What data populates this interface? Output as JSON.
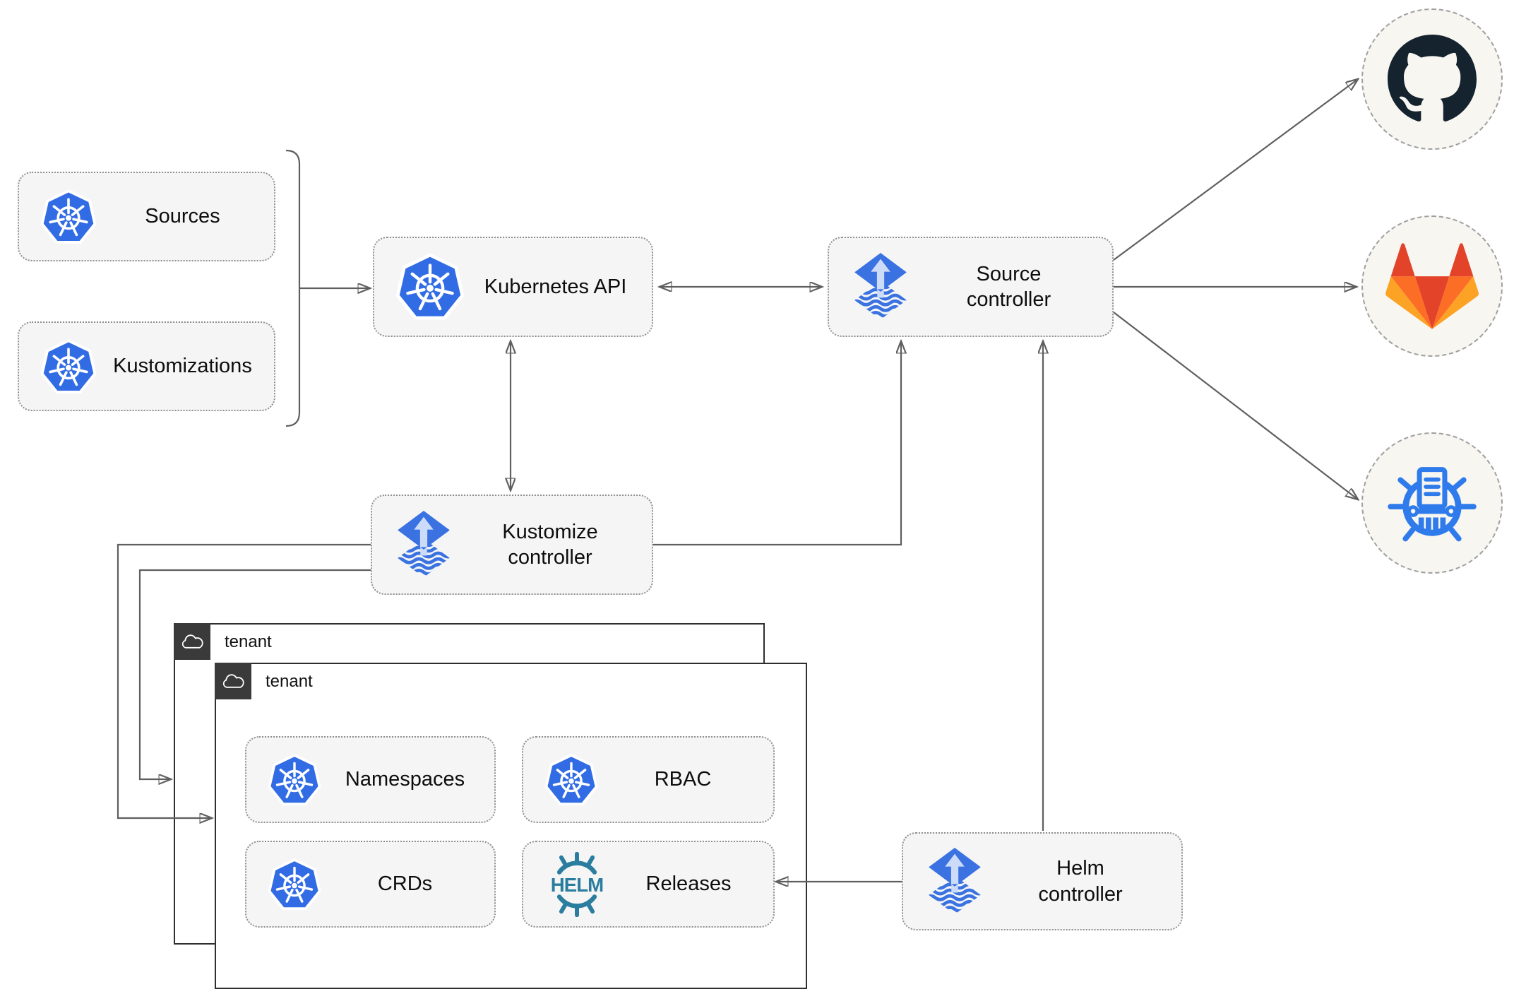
{
  "diagram": {
    "type": "flux-gitops-architecture-diagram",
    "nodes": {
      "sources": {
        "label": "Sources",
        "icon": "kubernetes-icon"
      },
      "kustomizations": {
        "label": "Kustomizations",
        "icon": "kubernetes-icon"
      },
      "kubernetes_api": {
        "label": "Kubernetes API",
        "icon": "kubernetes-icon"
      },
      "source_controller": {
        "label": "Source\ncontroller",
        "icon": "flux-icon"
      },
      "kustomize_controller": {
        "label": "Kustomize\ncontroller",
        "icon": "flux-icon"
      },
      "helm_controller": {
        "label": "Helm\ncontroller",
        "icon": "flux-icon"
      },
      "namespaces": {
        "label": "Namespaces",
        "icon": "kubernetes-icon"
      },
      "rbac": {
        "label": "RBAC",
        "icon": "kubernetes-icon"
      },
      "crds": {
        "label": "CRDs",
        "icon": "kubernetes-icon"
      },
      "releases": {
        "label": "Releases",
        "icon": "helm-icon",
        "logo_text": "HELM"
      }
    },
    "tenants": {
      "back": {
        "label": "tenant",
        "icon": "cloud-icon"
      },
      "front": {
        "label": "tenant",
        "icon": "cloud-icon"
      }
    },
    "external": [
      {
        "name": "github",
        "icon": "github-icon"
      },
      {
        "name": "gitlab",
        "icon": "gitlab-icon"
      },
      {
        "name": "chartmuseum",
        "icon": "chartmuseum-icon"
      }
    ],
    "edges": [
      {
        "from": "sources+kustomizations",
        "to": "kubernetes_api",
        "style": "arrow"
      },
      {
        "from": "kubernetes_api",
        "to": "source_controller",
        "style": "double-arrow"
      },
      {
        "from": "kubernetes_api",
        "to": "kustomize_controller",
        "style": "double-arrow"
      },
      {
        "from": "kustomize_controller",
        "to": "source_controller",
        "style": "arrow"
      },
      {
        "from": "helm_controller",
        "to": "source_controller",
        "style": "arrow"
      },
      {
        "from": "kustomize_controller",
        "to": "tenant_front",
        "style": "arrow"
      },
      {
        "from": "kustomize_controller",
        "to": "tenant_back",
        "style": "arrow"
      },
      {
        "from": "helm_controller",
        "to": "releases",
        "style": "arrow"
      },
      {
        "from": "source_controller",
        "to": "github",
        "style": "arrow"
      },
      {
        "from": "source_controller",
        "to": "gitlab",
        "style": "arrow"
      },
      {
        "from": "source_controller",
        "to": "chartmuseum",
        "style": "arrow"
      }
    ],
    "colors": {
      "kubernetes_blue": "#326ce5",
      "flux_blue": "#3a72e2",
      "flux_arrow_light": "#ccdcf8",
      "helm_teal": "#2a7d9e",
      "chartmuseum_blue": "#2f7bec",
      "github_dark": "#15232e",
      "gitlab_red": "#e24329",
      "gitlab_orange": "#fc6d26",
      "gitlab_amber": "#fca326",
      "node_fill": "#f5f5f5",
      "node_border": "#8f8f8f",
      "tenant_badge": "#3a3a3a",
      "edge_gray": "#5f5f5f"
    }
  }
}
